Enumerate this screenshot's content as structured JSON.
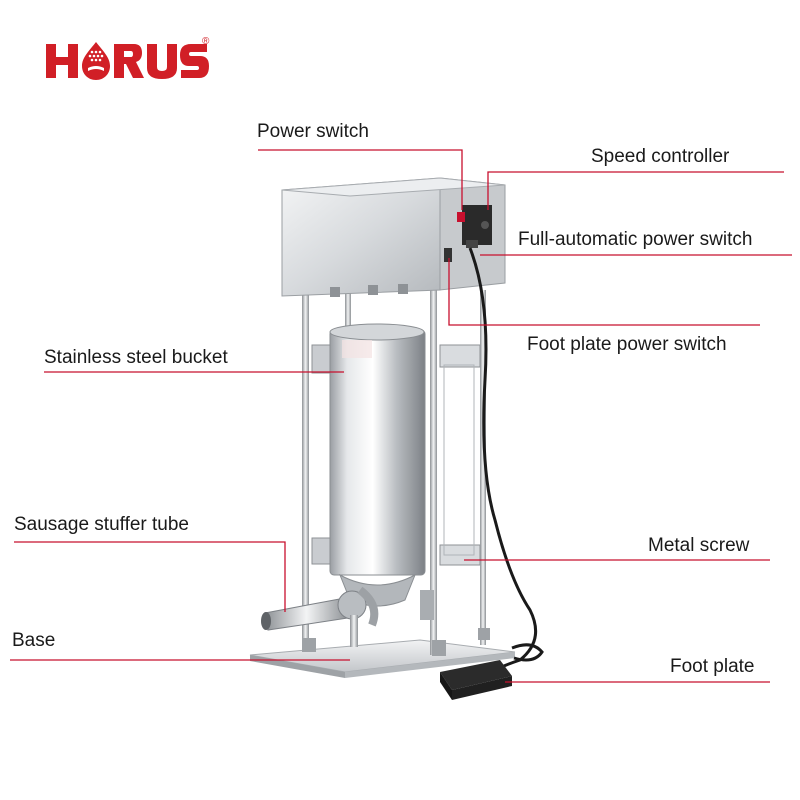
{
  "brand": {
    "name": "HORUS",
    "registered_mark": "®",
    "color": "#d11f26"
  },
  "leader_color": "#c8102e",
  "callouts": {
    "power_switch": "Power switch",
    "speed_controller": "Speed controller",
    "full_auto_switch": "Full-automatic power switch",
    "foot_plate_switch": "Foot plate power switch",
    "bucket": "Stainless steel bucket",
    "stuffer_tube": "Sausage stuffer tube",
    "metal_screw": "Metal screw",
    "base": "Base",
    "foot_plate": "Foot plate"
  }
}
